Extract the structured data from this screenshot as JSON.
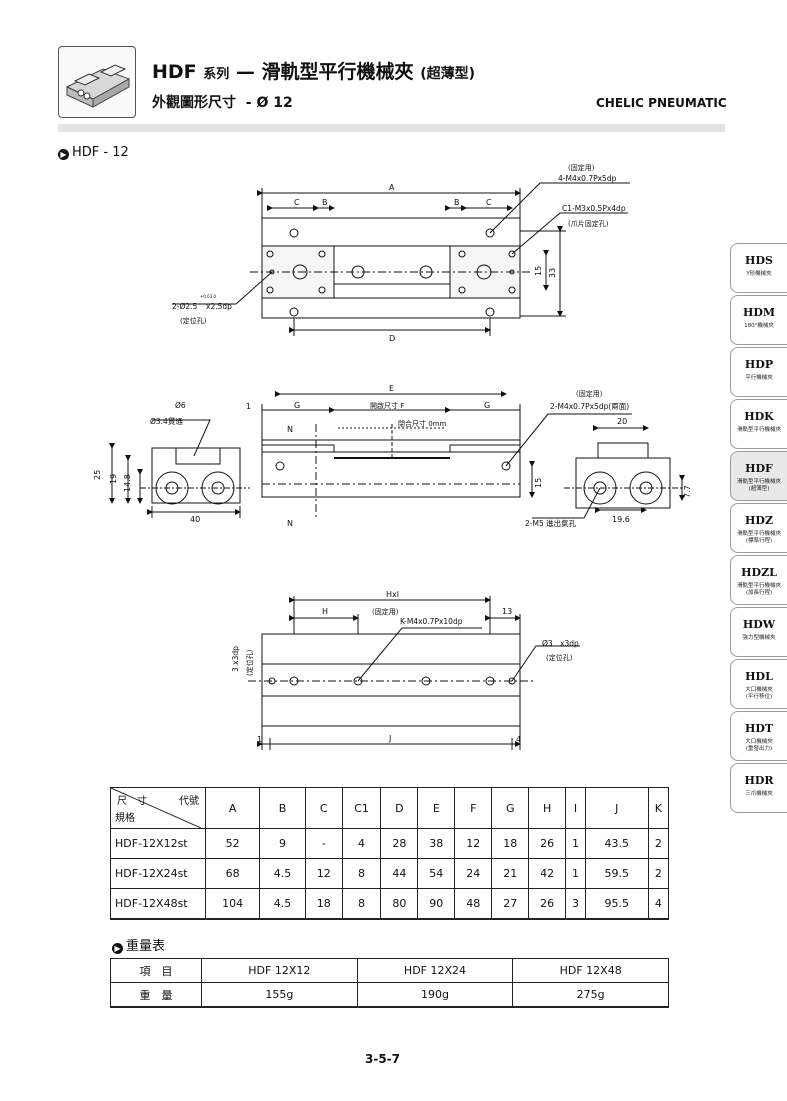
{
  "header": {
    "title_code": "HDF",
    "title_series": "系列",
    "title_dash": "—",
    "title_main": "滑軌型平行機械夾",
    "title_paren": "(超薄型)",
    "subtitle": "外觀圖形尺寸",
    "subtitle_dash": "-",
    "subtitle_size": "Ø 12",
    "brand": "CHELIC PNEUMATIC"
  },
  "section": {
    "label": "HDF - 12"
  },
  "drawing": {
    "top": {
      "A": "A",
      "B": "B",
      "C": "C",
      "D": "D",
      "dim15": "15",
      "dim33": "33",
      "fix_note": "(固定用)",
      "screw1": "4-M4x0.7Px5dp",
      "screw2": "C1-M3x0.5Px4dp",
      "jaw_note": "(爪片固定孔)",
      "pin": "2-Ø2.5",
      "pin_tol": "+0.03\n0",
      "pin_depth": "x2.5dp",
      "pin_note": "(定位孔)"
    },
    "front": {
      "phi6": "Ø6",
      "through": "Ø3.4貫通",
      "dim25": "25",
      "dim19": "19",
      "dim148": "14.8",
      "dim40": "40",
      "one": "1",
      "E": "E",
      "G": "G",
      "open": "開啟尺寸 F",
      "close": "閉合尺寸 0mm",
      "N1": "N",
      "N2": "N",
      "dim15": "15"
    },
    "side": {
      "fix_note": "(固定用)",
      "screw": "2-M4x0.7Px5dp(兩面)",
      "dim20": "20",
      "dim77": "7.7",
      "port": "2-M5 進出氣孔",
      "dim196": "19.6"
    },
    "bottom": {
      "H": "H",
      "H1": "Hxl",
      "fix_note": "(固定用)",
      "screw": "K-M4x0.7Px10dp",
      "dim13": "13",
      "pin_r": "Ø3",
      "pin_r_depth": "x3dp",
      "pin_note_r": "(定位孔)",
      "pin_l": "3 x3dp",
      "pin_note_l": "(定位孔)",
      "one": "1",
      "J": "J",
      "four": "4"
    }
  },
  "tabs": [
    {
      "code": "HDS",
      "desc": "Y形機械夾"
    },
    {
      "code": "HDM",
      "desc": "180°機械夾"
    },
    {
      "code": "HDP",
      "desc": "平行機械夾"
    },
    {
      "code": "HDK",
      "desc": "滑軌型平行機械夾"
    },
    {
      "code": "HDF",
      "desc": "滑軌型平行機械夾\n(超薄型)"
    },
    {
      "code": "HDZ",
      "desc": "滑軌型平行機械夾\n(標準行程)"
    },
    {
      "code": "HDZL",
      "desc": "滑軌型平行機械夾\n(加長行程)"
    },
    {
      "code": "HDW",
      "desc": "強力型機械夾"
    },
    {
      "code": "HDL",
      "desc": "大口機械夾\n(平行移位)"
    },
    {
      "code": "HDT",
      "desc": "大口機械夾\n(重發出力)"
    },
    {
      "code": "HDR",
      "desc": "三爪機械夾"
    }
  ],
  "dim_table": {
    "corner_top": "尺　寸",
    "corner_right": "代號",
    "corner_bottom": "規格",
    "headers": [
      "A",
      "B",
      "C",
      "C1",
      "D",
      "E",
      "F",
      "G",
      "H",
      "I",
      "J",
      "K"
    ],
    "rows": [
      {
        "model": "HDF-12X12st",
        "values": [
          "52",
          "9",
          "-",
          "4",
          "28",
          "38",
          "12",
          "18",
          "26",
          "1",
          "43.5",
          "2"
        ]
      },
      {
        "model": "HDF-12X24st",
        "values": [
          "68",
          "4.5",
          "12",
          "8",
          "44",
          "54",
          "24",
          "21",
          "42",
          "1",
          "59.5",
          "2"
        ]
      },
      {
        "model": "HDF-12X48st",
        "values": [
          "104",
          "4.5",
          "18",
          "8",
          "80",
          "90",
          "48",
          "27",
          "26",
          "3",
          "95.5",
          "4"
        ]
      }
    ]
  },
  "weight": {
    "section": "重量表",
    "col_label": "項　目",
    "row_label": "重　量",
    "models": [
      "HDF 12X12",
      "HDF 12X24",
      "HDF 12X48"
    ],
    "values": [
      "155g",
      "190g",
      "275g"
    ]
  },
  "page_number": "3-5-7"
}
